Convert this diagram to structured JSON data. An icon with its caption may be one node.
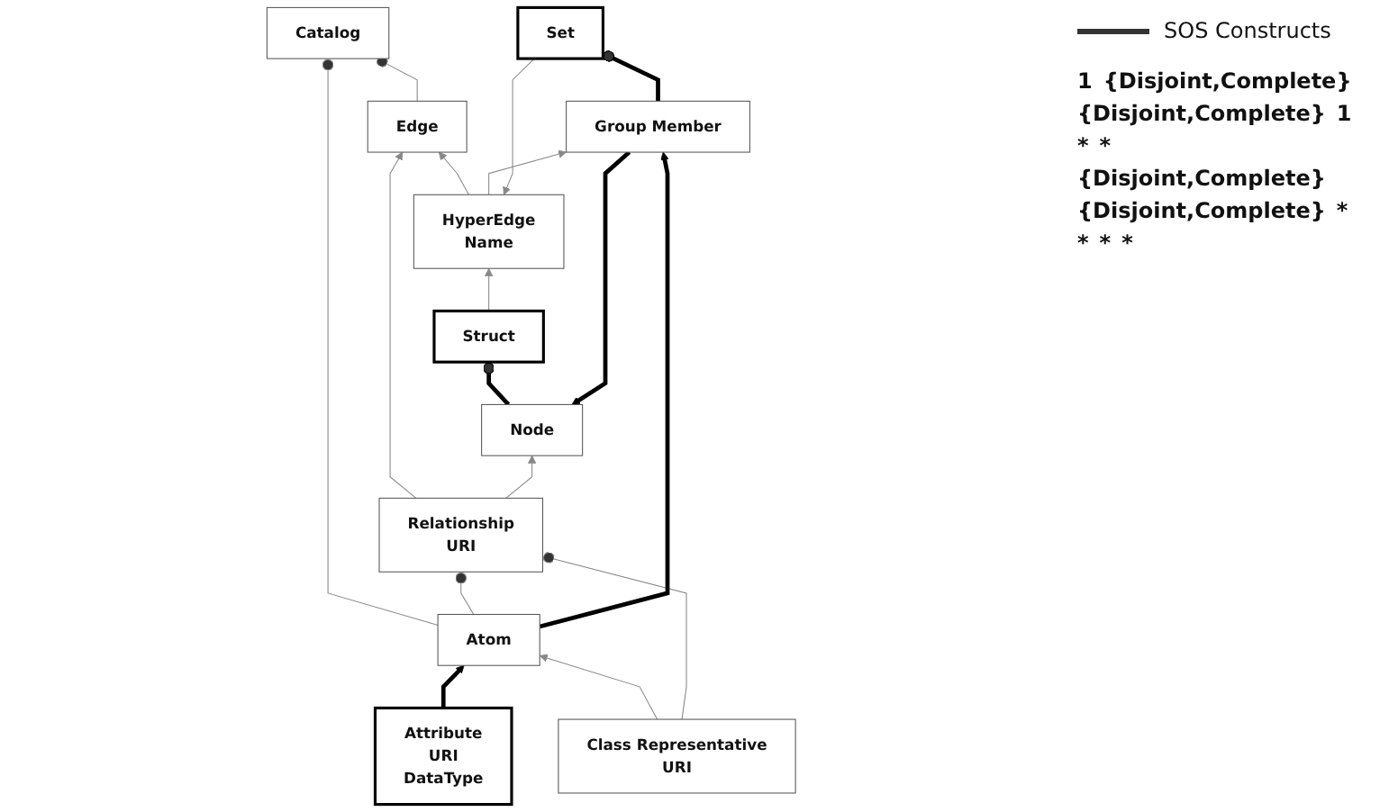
{
  "diagram": {
    "nodes": [
      {
        "text": [
          "Catalog"
        ]
      },
      {
        "text": [
          "Atom"
        ]
      },
      {
        "text": [
          "Edge"
        ]
      },
      {
        "text": [
          "Attribute",
          "URI",
          "DataType"
        ]
      },
      {
        "text": [
          "Class Representative",
          "URI"
        ]
      },
      {
        "text": [
          "Relationship",
          "URI"
        ]
      },
      {
        "text": [
          "HyperEdge",
          "Name"
        ]
      },
      {
        "text": [
          "Group Member"
        ]
      },
      {
        "text": [
          "Node"
        ]
      },
      {
        "text": [
          "Struct"
        ]
      },
      {
        "text": [
          "Set"
        ]
      }
    ],
    "edges": [
      {
        "from": 1,
        "to": 0,
        "arrow": "other"
      },
      {
        "from": 2,
        "to": 0,
        "arrow": "other"
      },
      {
        "from": 3,
        "to": 1,
        "arrow": "to",
        "style": "thick",
        "color": "#000000"
      },
      {
        "from": 4,
        "to": 1,
        "arrow": "to"
      },
      {
        "from": 5,
        "to": 2,
        "arrow": "to"
      },
      {
        "from": 6,
        "to": 2,
        "arrow": "to"
      },
      {
        "from": 4,
        "to": 5,
        "arrow": "other"
      },
      {
        "from": 1,
        "to": 5,
        "arrow": "other"
      },
      {
        "from": 1,
        "to": 7,
        "arrow": "to",
        "style": "thick",
        "color": "#000000"
      },
      {
        "from": 6,
        "to": 7,
        "arrow": "to"
      },
      {
        "from": 7,
        "to": 8,
        "arrow": "to",
        "style": "thick",
        "color": "#000000"
      },
      {
        "from": 5,
        "to": 8,
        "arrow": "to"
      },
      {
        "from": 8,
        "to": 9,
        "arrow": "other",
        "style": "thick",
        "color": "#000000"
      },
      {
        "from": 9,
        "to": 6,
        "arrow": "to"
      },
      {
        "from": 10,
        "to": 6,
        "arrow": "to"
      },
      {
        "from": 7,
        "to": 10,
        "arrow": "other",
        "style": "thick",
        "color": "#000000"
      }
    ],
    "labels": [
      "1",
      "{Disjoint,Complete}",
      "{Disjoint,Complete}",
      "1",
      "*",
      "*",
      "{Disjoint,Complete}",
      "{Disjoint,Complete}",
      "*",
      "*",
      "*",
      "*"
    ],
    "legend": [
      {
        "text": "SOS Constructs"
      }
    ]
  }
}
